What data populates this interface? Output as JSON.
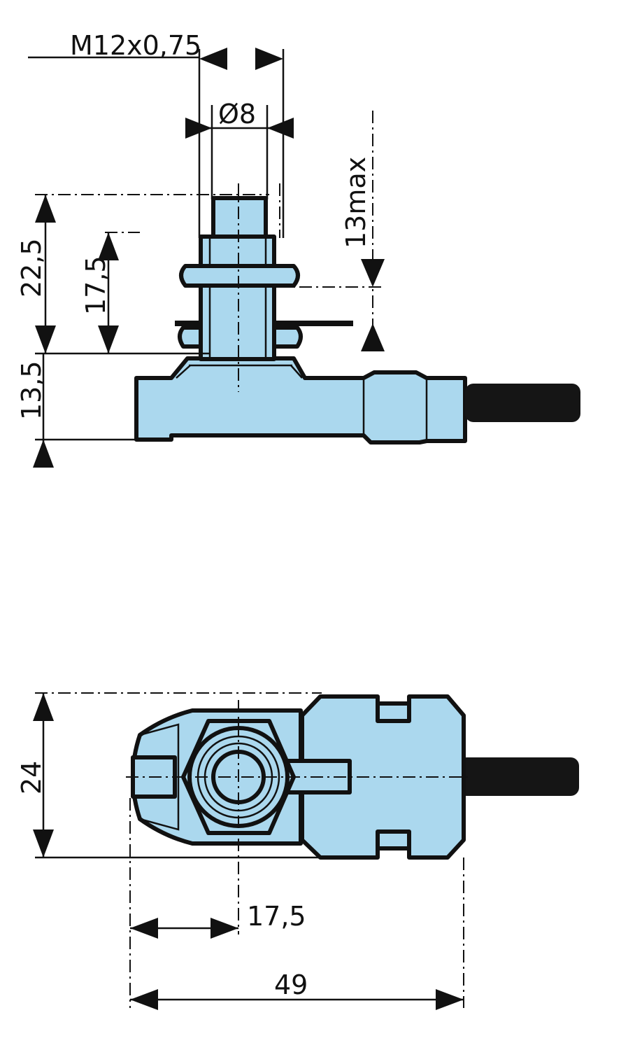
{
  "colors": {
    "part_fill": "#abd8ee",
    "outline": "#111111",
    "shaft": "#151515"
  },
  "dimensions": {
    "thread": "M12x0,75",
    "diameter": "Ø8",
    "max_travel": "13max",
    "height_total": "22,5",
    "height_bushing": "17,5",
    "height_base": "13,5",
    "width": "24",
    "offset": "17,5",
    "length": "49"
  }
}
